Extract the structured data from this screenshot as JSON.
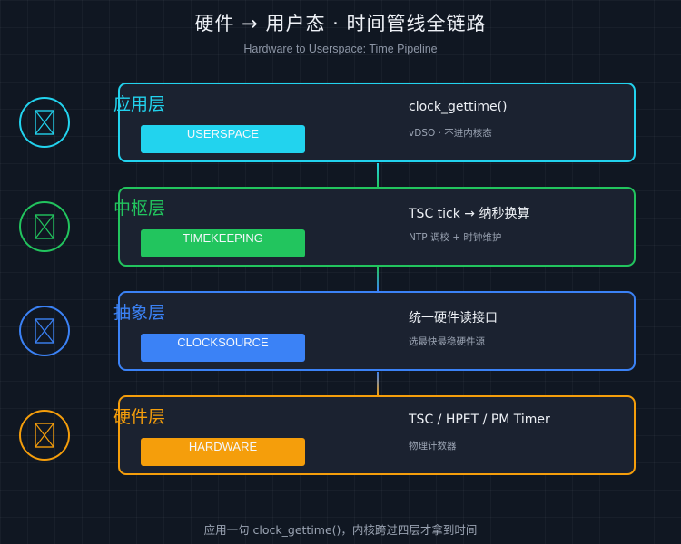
{
  "header": {
    "title": "硬件 → 用户态 · 时间管线全链路",
    "subtitle": "Hardware to Userspace: Time Pipeline"
  },
  "layers": [
    {
      "name": "应用层",
      "tag": "USERSPACE",
      "main": "clock_gettime()",
      "sub": "vDSO · 不进内核态",
      "color": "#22d3ee",
      "icon": "placeholder-icon"
    },
    {
      "name": "中枢层",
      "tag": "TIMEKEEPING",
      "main": "TSC tick → 纳秒换算",
      "sub": "NTP 调校 + 时钟维护",
      "color": "#22c55e",
      "icon": "placeholder-icon"
    },
    {
      "name": "抽象层",
      "tag": "CLOCKSOURCE",
      "main": "统一硬件读接口",
      "sub": "选最快最稳硬件源",
      "color": "#3b82f6",
      "icon": "placeholder-icon"
    },
    {
      "name": "硬件层",
      "tag": "HARDWARE",
      "main": "TSC / HPET / PM Timer",
      "sub": "物理计数器",
      "color": "#f59e0b",
      "icon": "placeholder-icon"
    }
  ],
  "footer": {
    "note": "应用一句 clock_gettime()，内核跨过四层才拿到时间"
  },
  "colors": {
    "background": "#101722",
    "card_fill": "#1b2230"
  }
}
